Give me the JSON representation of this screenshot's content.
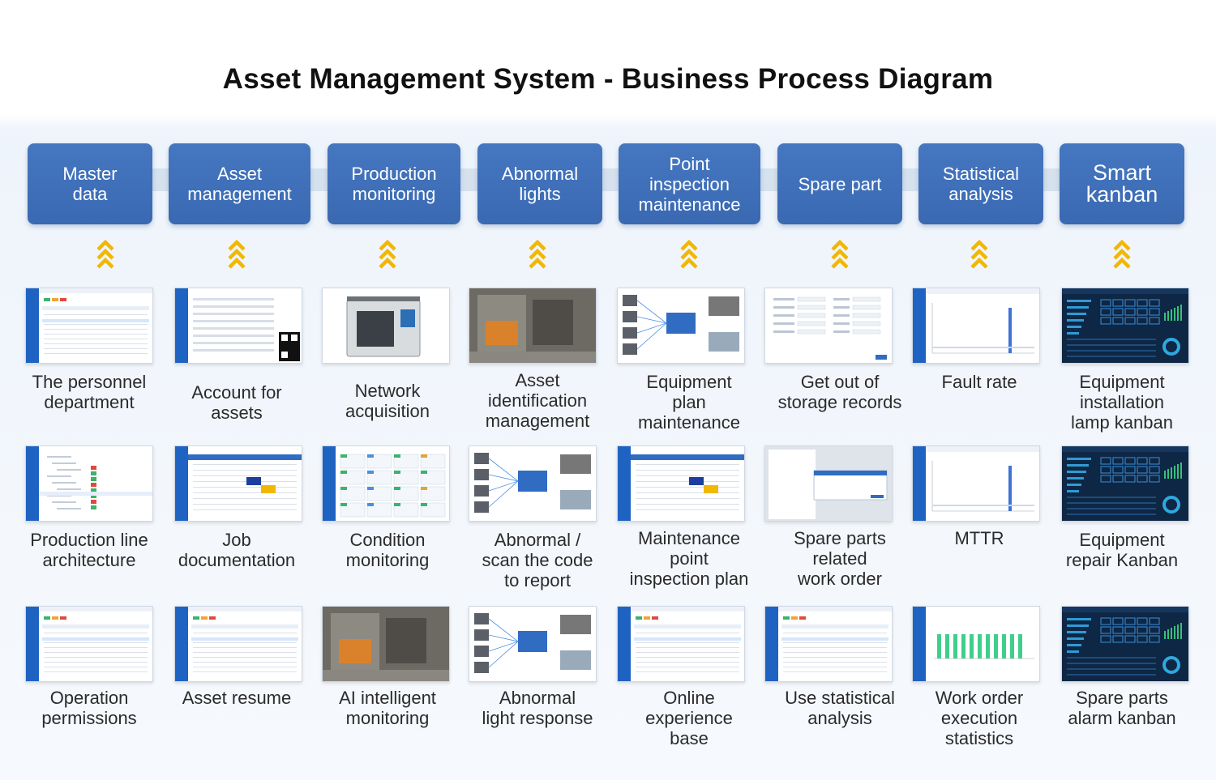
{
  "title": "Asset Management System - Business Process Diagram",
  "colors": {
    "header_blue": "#3d6db5",
    "chevron_yellow": "#f2b705",
    "band": "#d6e1ee"
  },
  "columns": [
    {
      "header": "Master\ndata",
      "items": [
        "The personnel\ndepartment",
        "Production line\narchitecture",
        "Operation\npermissions"
      ]
    },
    {
      "header": "Asset\nmanagement",
      "items": [
        "Account for\nassets",
        "Job\ndocumentation",
        "Asset resume"
      ]
    },
    {
      "header": "Production\nmonitoring",
      "items": [
        "Network\nacquisition",
        "Condition\nmonitoring",
        "AI intelligent\nmonitoring"
      ]
    },
    {
      "header": "Abnormal\nlights",
      "items": [
        "Asset\nidentification\nmanagement",
        "Abnormal /\nscan the code\nto report",
        "Abnormal\nlight response"
      ]
    },
    {
      "header": "Point\ninspection\nmaintenance",
      "items": [
        "Equipment\nplan\nmaintenance",
        "Maintenance\npoint\ninspection plan",
        "Online\nexperience\nbase"
      ]
    },
    {
      "header": "Spare part",
      "items": [
        "Get out of\nstorage records",
        "Spare parts\nrelated\nwork order",
        "Use statistical\nanalysis"
      ]
    },
    {
      "header": "Statistical\nanalysis",
      "items": [
        "Fault rate",
        "MTTR",
        "Work order\nexecution\nstatistics"
      ]
    },
    {
      "header": "Smart\nkanban",
      "items": [
        "Equipment\ninstallation\nlamp kanban",
        "Equipment\nrepair Kanban",
        "Spare parts\nalarm kanban"
      ]
    }
  ]
}
